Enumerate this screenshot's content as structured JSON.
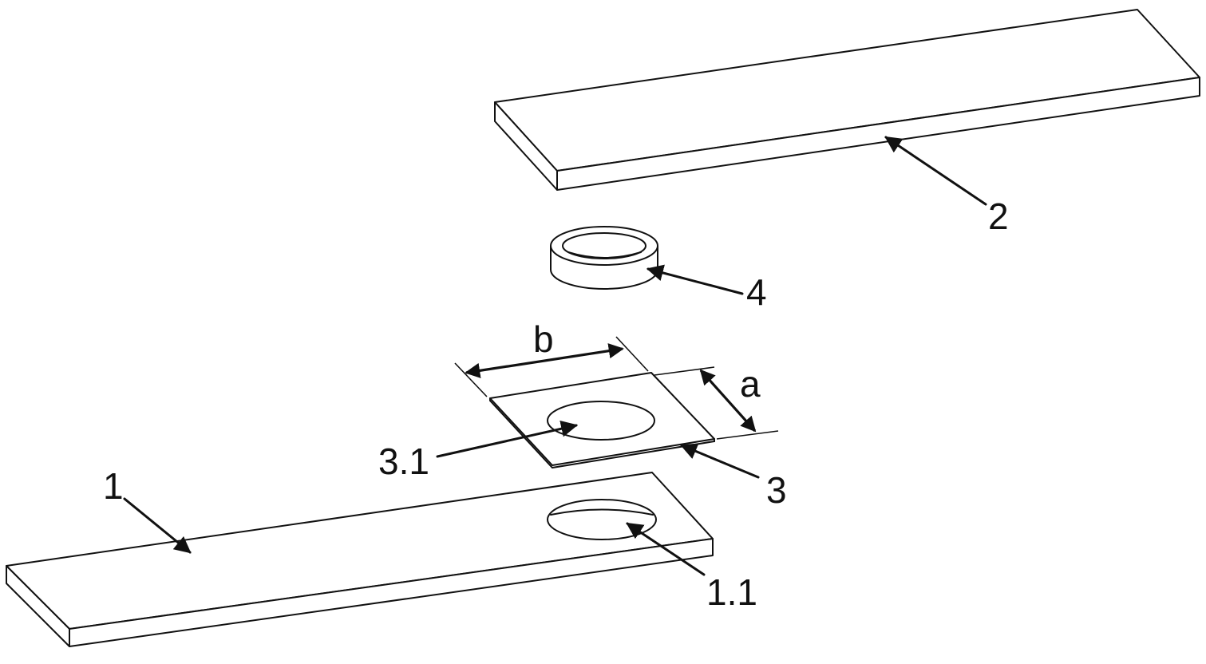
{
  "labels": {
    "part_1": "1",
    "part_1_1": "1.1",
    "part_2": "2",
    "part_3": "3",
    "part_3_1": "3.1",
    "part_4": "4",
    "dim_a": "a",
    "dim_b": "b"
  },
  "colors": {
    "line": "#111111",
    "background": "#ffffff"
  }
}
